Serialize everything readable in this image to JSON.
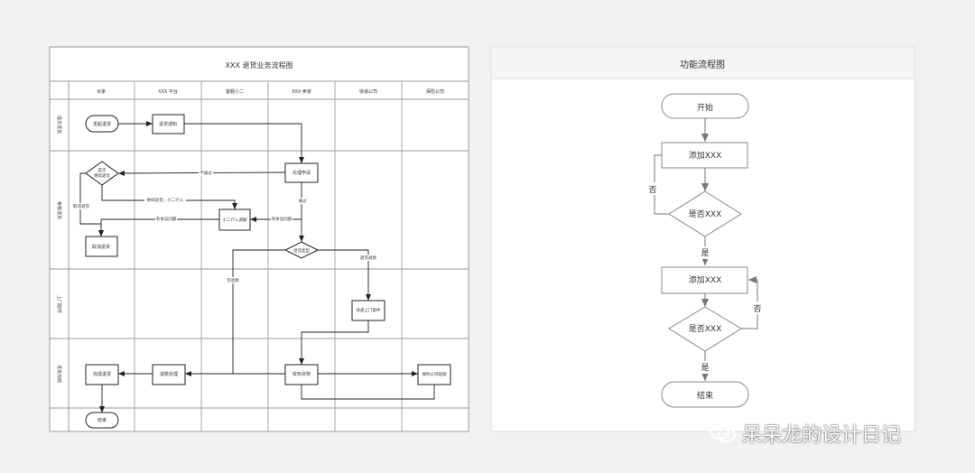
{
  "left": {
    "title": "XXX 退货业务流程图",
    "columns": [
      "买家",
      "XXX 平台",
      "客服小二",
      "XXX 卖家",
      "快递公司",
      "保险公司"
    ],
    "lanes": [
      "提交退货",
      "审核退货",
      "上门取件",
      "退货完结"
    ],
    "nodes": {
      "start_return": "发起退货",
      "notify": "退货通知",
      "continue": "是否\n继续退货",
      "handle": "先理申请",
      "cancel": "取消退货",
      "mediation": "小二介入调解",
      "type": "退货类型",
      "pickup": "快递上门取件",
      "finish_return": "完成退货",
      "refund": "退款处理",
      "receive": "收到货物",
      "insurance": "保险公司赔偿",
      "end": "结束"
    },
    "edge_labels": {
      "rejected": "不通过",
      "continue_mediation": "继续退货，小二介入",
      "cancel_return": "取消退货",
      "dispute": "有争议问题",
      "dispute2": "有争议问题",
      "pass": "通过",
      "pickup_return": "退货退款",
      "refund_only": "仅退款"
    }
  },
  "right": {
    "title": "功能流程图",
    "start": "开始",
    "add1": "添加XXX",
    "decision1": "是否XXX",
    "add2": "添加XXX",
    "decision2": "是否XXX",
    "end": "结束",
    "no1": "否",
    "yes1": "是",
    "no2": "否",
    "yes2": "是"
  },
  "watermark": "呆呆龙的设计日记"
}
